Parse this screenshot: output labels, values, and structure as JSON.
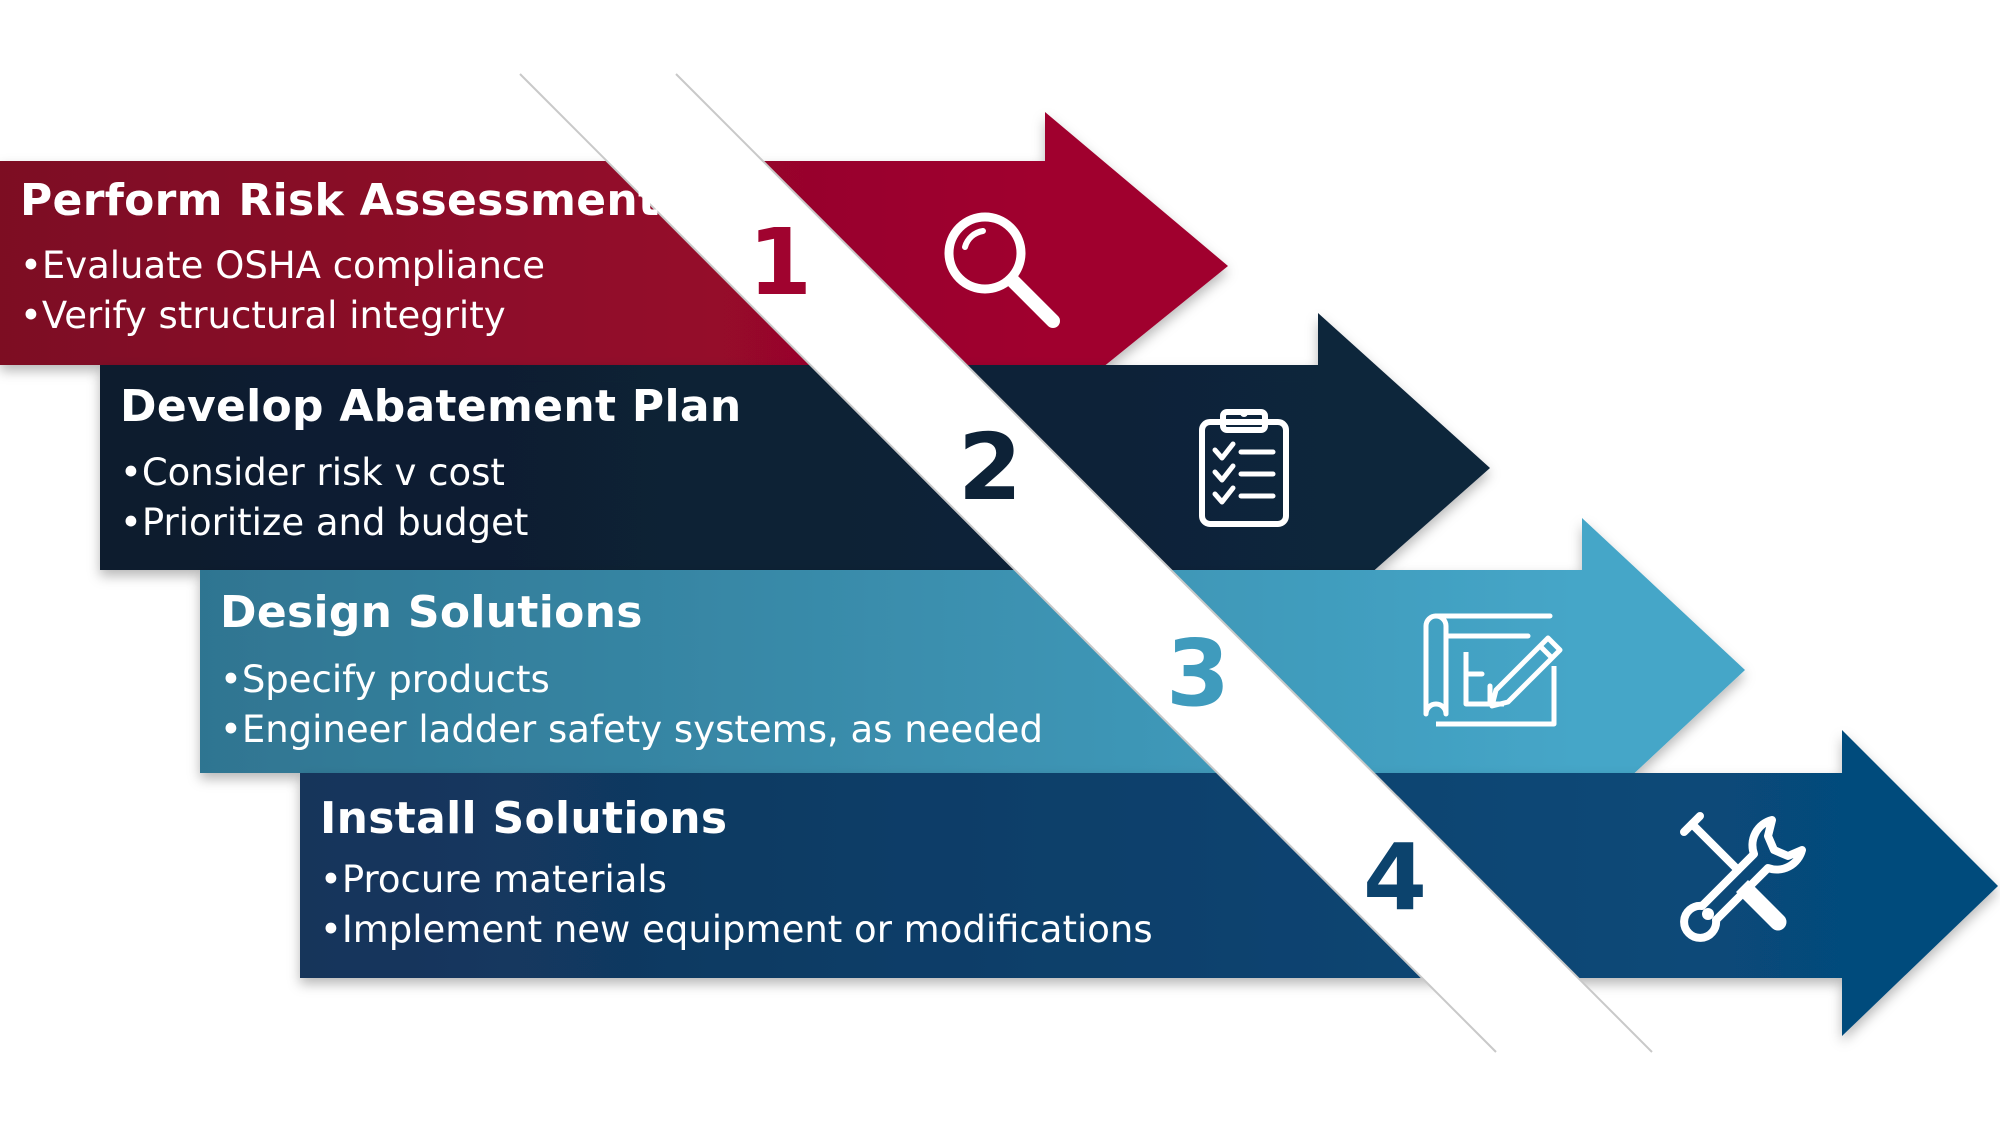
{
  "colors": {
    "step1": "#a0032f",
    "step2": "#0d2237",
    "step3": "#3f9bbd",
    "step4": "#0c436d",
    "band": "#ffffff"
  },
  "steps": [
    {
      "number": "1",
      "title": "Perform Risk Assessment",
      "bullets": [
        "•Evaluate OSHA compliance",
        "•Verify structural integrity"
      ],
      "icon": "magnifier-icon"
    },
    {
      "number": "2",
      "title": "Develop Abatement Plan",
      "bullets": [
        "•Consider risk v cost",
        "•Prioritize and budget"
      ],
      "icon": "clipboard-checklist-icon"
    },
    {
      "number": "3",
      "title": "Design Solutions",
      "bullets": [
        "•Specify products",
        "•Engineer ladder safety systems, as needed"
      ],
      "icon": "blueprint-pencil-icon"
    },
    {
      "number": "4",
      "title": "Install Solutions",
      "bullets": [
        "•Procure materials",
        "•Implement new equipment or modifications"
      ],
      "icon": "wrench-screwdriver-icon"
    }
  ]
}
